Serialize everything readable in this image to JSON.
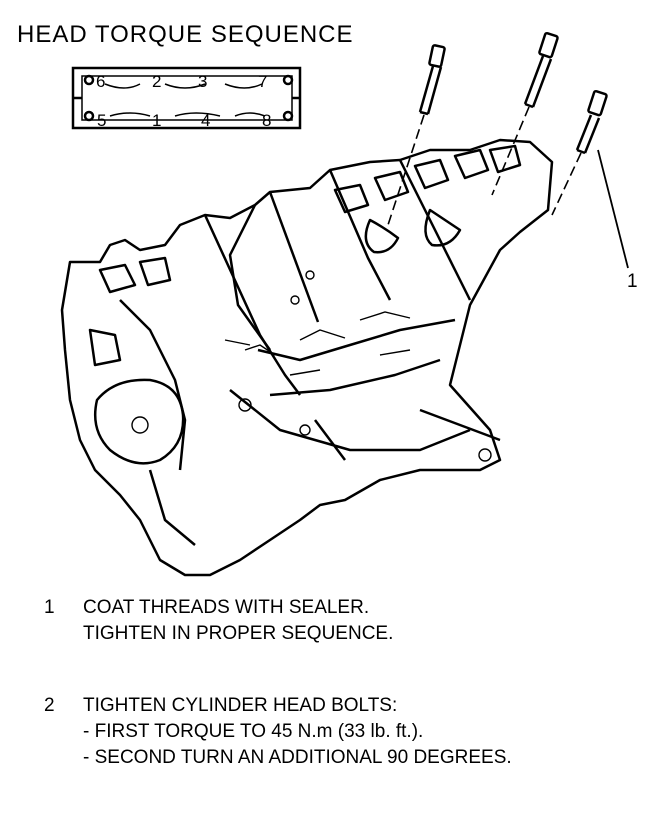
{
  "title": "HEAD TORQUE SEQUENCE",
  "sequence": {
    "top_row": [
      "6",
      "2",
      "3",
      "7"
    ],
    "bottom_row": [
      "5",
      "1",
      "4",
      "8"
    ]
  },
  "callout_label": "1",
  "notes": [
    {
      "number": "1",
      "lines": [
        "COAT THREADS WITH SEALER.",
        "TIGHTEN IN PROPER SEQUENCE."
      ]
    },
    {
      "number": "2",
      "lines": [
        "TIGHTEN CYLINDER HEAD BOLTS:",
        "- FIRST TORQUE TO 45 N.m (33 lb. ft.).",
        "- SECOND TURN AN ADDITIONAL 90 DEGREES."
      ]
    }
  ]
}
